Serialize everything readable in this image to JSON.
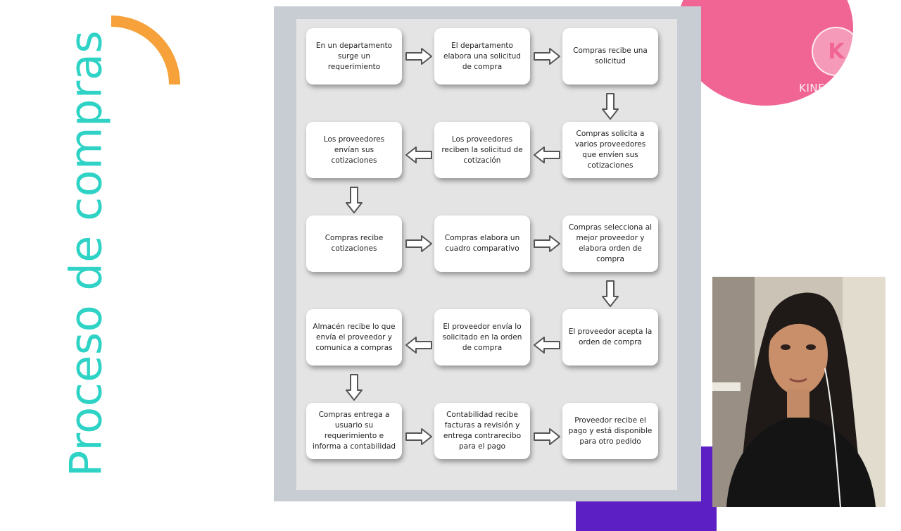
{
  "slide": {
    "title": "Proceso de compras",
    "colors": {
      "title": "#2ed3c6",
      "orange_arc": "#f6a13a",
      "pink_circle": "#f06594",
      "purple_block": "#5b1fc4"
    }
  },
  "watermark": {
    "letter": "K",
    "text": "KINEMASTER"
  },
  "diagram": {
    "steps": [
      "En un departamento surge un requerimiento",
      "El departamento elabora una solicitud de compra",
      "Compras recibe una solicitud",
      "Compras solicita a varios proveedores que envíen sus cotizaciones",
      "Los proveedores reciben la solicitud de cotización",
      "Los proveedores envían sus cotizaciones",
      "Compras recibe cotizaciones",
      "Compras elabora un cuadro comparativo",
      "Compras selecciona al mejor proveedor y elabora orden de compra",
      "El proveedor acepta la orden de compra",
      "El proveedor envía lo solicitado en la orden de compra",
      "Almacén recibe lo que envía el proveedor y comunica a compras",
      "Compras entrega a usuario su requerimiento e informa a contabilidad",
      "Contabilidad recibe facturas a revisión y entrega contrarecibo para el pago",
      "Proveedor recibe el pago y está disponible para otro pedido"
    ]
  }
}
